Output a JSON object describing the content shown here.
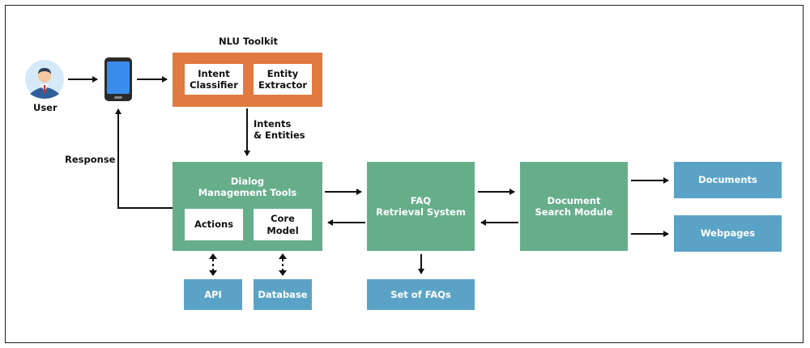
{
  "user_label": "User",
  "nlu": {
    "title": "NLU Toolkit",
    "intent_classifier": "Intent\nClassifier",
    "entity_extractor": "Entity\nExtractor"
  },
  "intents_label": "Intents\n& Entities",
  "response_label": "Response",
  "dialog": {
    "title": "Dialog\nManagement Tools",
    "actions": "Actions",
    "core_model": "Core\nModel"
  },
  "faq_system": "FAQ\nRetrieval System",
  "document_search": "Document\nSearch Module",
  "documents": "Documents",
  "webpages": "Webpages",
  "api": "API",
  "database": "Database",
  "set_of_faqs": "Set of FAQs",
  "colors": {
    "green": "#66ae8a",
    "blue": "#5ba3c6",
    "orange": "#e07a41",
    "phone": "#3b8ded"
  }
}
